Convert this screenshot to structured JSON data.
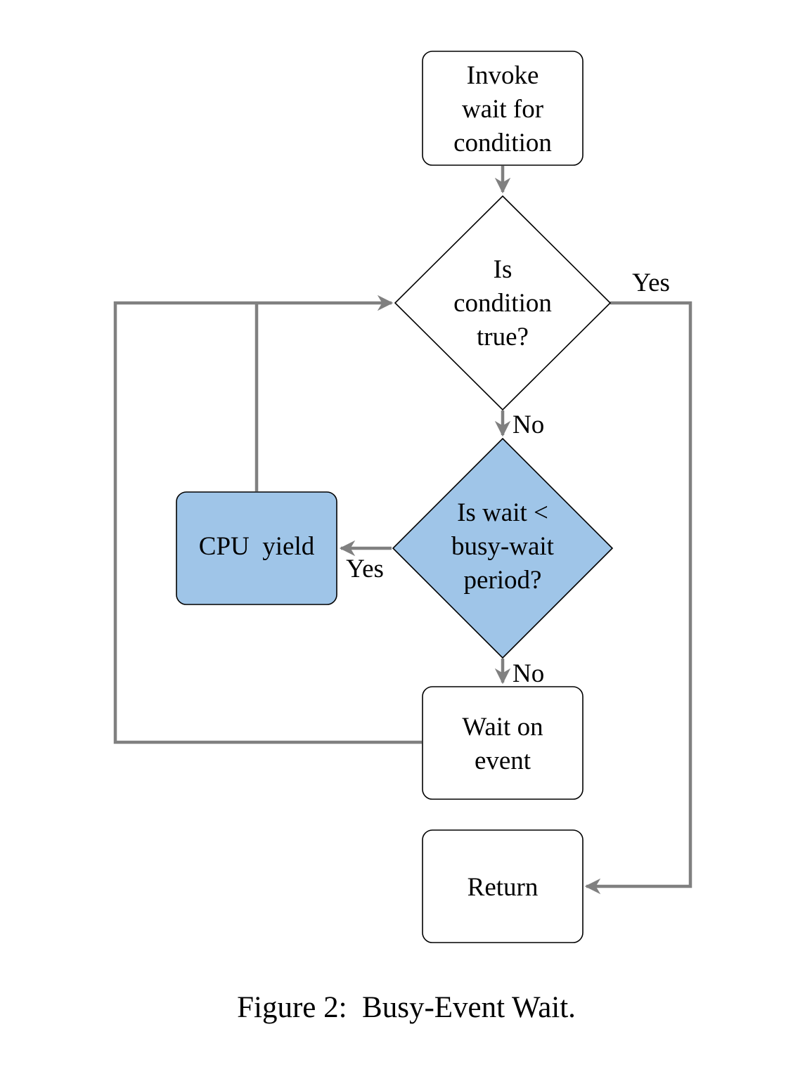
{
  "colors": {
    "edge": "#808080",
    "box_stroke": "#000000",
    "box_fill": "#ffffff",
    "highlight_fill": "#9fc5e8"
  },
  "nodes": {
    "invoke": {
      "lines": [
        "Invoke",
        "wait for",
        "condition"
      ]
    },
    "condition": {
      "lines": [
        "Is",
        "condition",
        "true?"
      ]
    },
    "busy_check": {
      "lines": [
        "Is wait <",
        "busy-wait",
        "period?"
      ]
    },
    "cpu_yield": {
      "lines": [
        "CPU  yield"
      ]
    },
    "wait_event": {
      "lines": [
        "Wait on",
        "event"
      ]
    },
    "return": {
      "lines": [
        "Return"
      ]
    }
  },
  "edges": {
    "condition_yes": "Yes",
    "condition_no": "No",
    "busy_yes": "Yes",
    "busy_no": "No"
  },
  "caption": "Figure 2:  Busy-Event Wait."
}
